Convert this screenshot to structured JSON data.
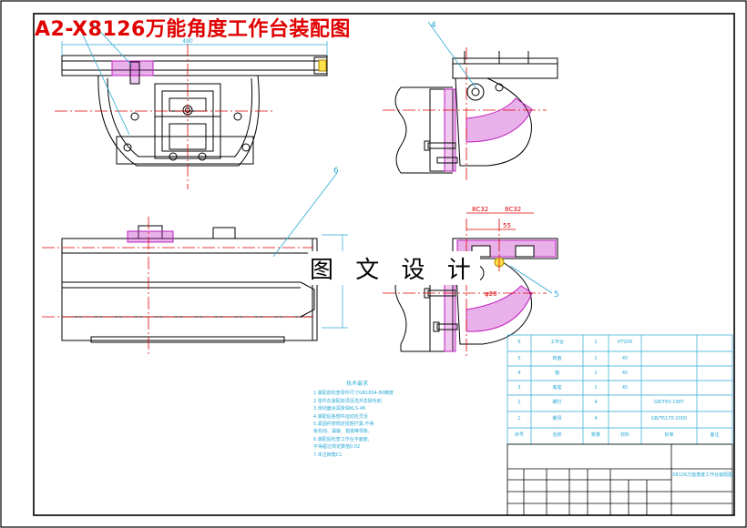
{
  "drawing": {
    "title": "A2-X8126万能角度工作台装配图",
    "watermark": "图 文 设 计"
  },
  "dimensions": {
    "top_width": "490",
    "detail_a": "8C32",
    "detail_b": "8C32",
    "detail_c": "φ28",
    "detail_d": "55"
  },
  "balloons": [
    "4",
    "6",
    "5"
  ],
  "technical_notes": {
    "heading": "技术要求",
    "lines": [
      "1.装配前检查零件尺寸GB1804-80精度",
      "2.零件在装配前须清洗并去除毛刺",
      "3.滑动面涂润滑油KLS-46",
      "4.装配后各部件运动应灵活",
      "5.紧固件按规定扭矩拧紧,不得",
      "有松动、漏装、错装等现象,",
      "6.装配后检查工作台平面度,",
      "不得超过规定数值0.02",
      "7.未注倒角C1"
    ]
  },
  "parts_list": [
    {
      "no": "6",
      "name": "工作台",
      "qty": "1",
      "material": "HT200",
      "std": "",
      "note": ""
    },
    {
      "no": "5",
      "name": "转盘",
      "qty": "1",
      "material": "45",
      "std": "",
      "note": ""
    },
    {
      "no": "4",
      "name": "轴",
      "qty": "1",
      "material": "45",
      "std": "",
      "note": ""
    },
    {
      "no": "3",
      "name": "底座",
      "qty": "1",
      "material": "45",
      "std": "",
      "note": ""
    },
    {
      "no": "2",
      "name": "螺钉",
      "qty": "4",
      "material": "",
      "std": "GB/T83-1987",
      "note": ""
    },
    {
      "no": "1",
      "name": "螺母",
      "qty": "4",
      "material": "",
      "std": "GB/T6170-2000",
      "note": ""
    }
  ],
  "parts_header": {
    "no": "序号",
    "name": "名称",
    "qty": "数量",
    "material": "材料",
    "std": "标准",
    "note": "备注"
  },
  "title_block": {
    "name": "X8126万能角度工作台装配图"
  },
  "colors": {
    "outline": "#000000",
    "center_line": "#e00000",
    "section": "#c020c0",
    "leader": "#2aa9d6",
    "title": "#e00000"
  }
}
